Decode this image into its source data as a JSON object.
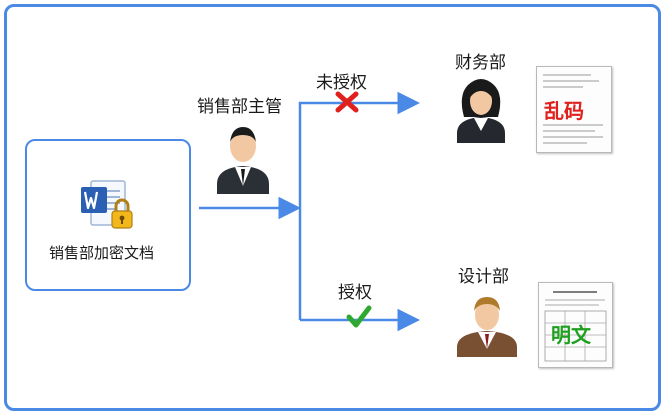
{
  "document_label": "销售部加密文档",
  "manager_label": "销售部主管",
  "unauthorized_label": "未授权",
  "authorized_label": "授权",
  "finance_label": "财务部",
  "design_label": "设计部",
  "garbled_stamp": "乱码",
  "plaintext_stamp": "明文",
  "colors": {
    "border": "#4a8ae6",
    "arrow": "#4a8ae6",
    "deny_mark": "#e0201c",
    "allow_mark": "#2fa82f",
    "garbled_text": "#e0201c",
    "plaintext_text": "#1ea01e"
  },
  "icons": [
    "word-document-icon",
    "lock-icon",
    "deny-cross-icon",
    "allow-check-icon",
    "person-icon"
  ]
}
